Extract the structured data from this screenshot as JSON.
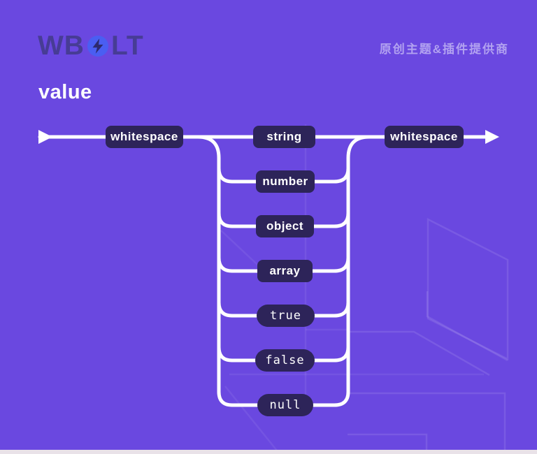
{
  "header": {
    "logo": {
      "text_left": "WB",
      "text_right": "LT",
      "bolt_icon": "lightning-bolt"
    },
    "tagline": "原创主题&插件提供商"
  },
  "title": "value",
  "diagram": {
    "type": "railroad-syntax-diagram",
    "entry": {
      "label": "whitespace",
      "kind": "nonterminal"
    },
    "exit": {
      "label": "whitespace",
      "kind": "nonterminal"
    },
    "options": [
      {
        "label": "string",
        "kind": "nonterminal"
      },
      {
        "label": "number",
        "kind": "nonterminal"
      },
      {
        "label": "object",
        "kind": "nonterminal"
      },
      {
        "label": "array",
        "kind": "nonterminal"
      },
      {
        "label": "true",
        "kind": "terminal"
      },
      {
        "label": "false",
        "kind": "terminal"
      },
      {
        "label": "null",
        "kind": "terminal"
      }
    ]
  },
  "colors": {
    "background": "#6a48e0",
    "node_fill": "#2d2459",
    "rail_line": "#ffffff",
    "logo_text": "#473c95",
    "logo_bolt_circle": "#4a5ef2",
    "tagline_text": "#b2a2f0",
    "bottom_strip": "#e9e2e8"
  }
}
